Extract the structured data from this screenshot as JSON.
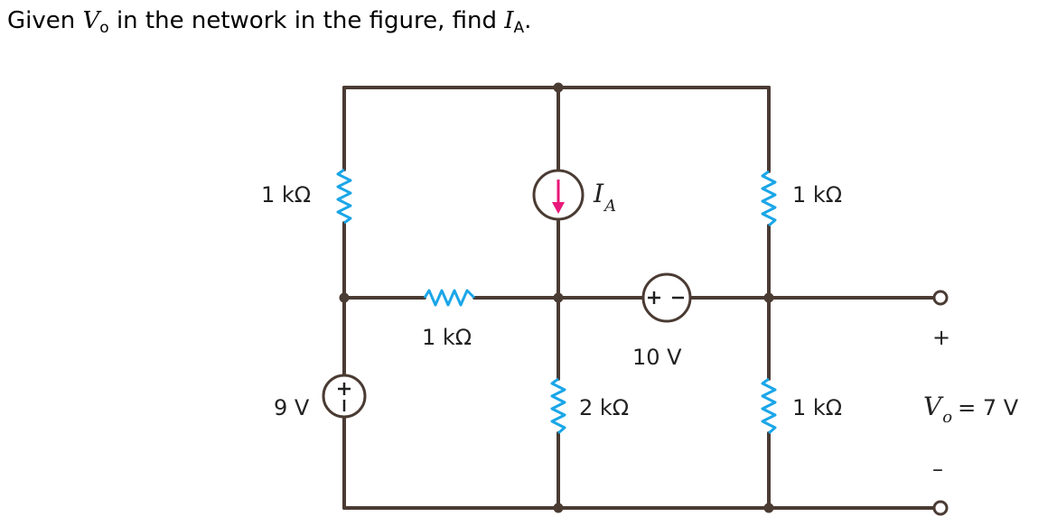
{
  "question": {
    "prefix": "Given ",
    "vo_symbol": "V",
    "vo_sub": "o",
    "middle": " in the network in the figure, find ",
    "ia_symbol": "I",
    "ia_sub": "A",
    "suffix": "."
  },
  "circuit": {
    "r_top_left": "1 kΩ",
    "r_middle_horizontal": "1 kΩ",
    "r_top_right": "1 kΩ",
    "r_bottom_center": "2 kΩ",
    "r_bottom_right": "1 kΩ",
    "source_9v": "9 V",
    "source_10v": "10 V",
    "current_source_symbol": "I",
    "current_source_sub": "A",
    "output_plus": "+",
    "output_minus": "–",
    "vo_symbol": "V",
    "vo_sub": "o",
    "vo_value": "= 7 V",
    "plus_sign": "+",
    "minus_sign": "–"
  },
  "colors": {
    "wire": "#4a3b33",
    "resistor": "#1aa6e8",
    "current_arrow": "#e8187a"
  }
}
